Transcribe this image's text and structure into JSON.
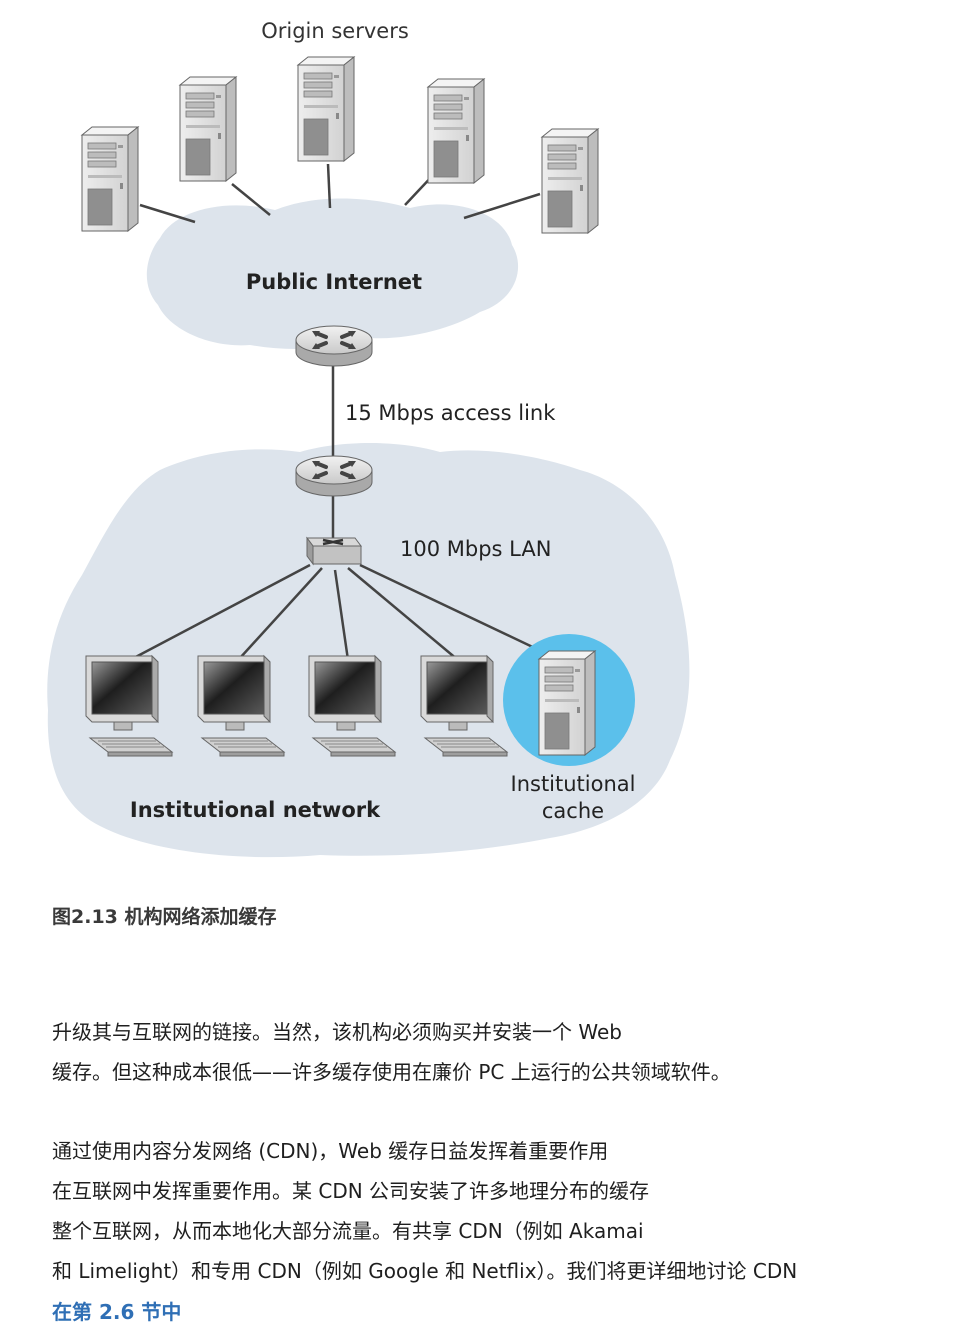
{
  "figure": {
    "labels": {
      "origin_servers": "Origin servers",
      "public_internet": "Public Internet",
      "access_link": "15 Mbps access link",
      "lan": "100 Mbps LAN",
      "institutional_network": "Institutional network",
      "cache_line1": "Institutional",
      "cache_line2": "cache"
    },
    "caption": "图2.13 机构网络添加缓存"
  },
  "paragraphs": [
    {
      "lines": [
        "升级其与互联网的链接。当然，该机构必须购买并安装一个 Web",
        "缓存。但这种成本很低——许多缓存使用在廉价 PC 上运行的公共领域软件。"
      ]
    },
    {
      "lines": [
        "通过使用内容分发网络 (CDN)，Web 缓存日益发挥着重要作用",
        "在互联网中发挥重要作用。某 CDN 公司安装了许多地理分布的缓存",
        "整个互联网，从而本地化大部分流量。有共享 CDN（例如 Akamai",
        "和 Limelight）和专用 CDN（例如 Google 和 Netflix）。我们将更详细地讨论 CDN"
      ]
    }
  ],
  "next_section_link": "在第 2.6 节中"
}
